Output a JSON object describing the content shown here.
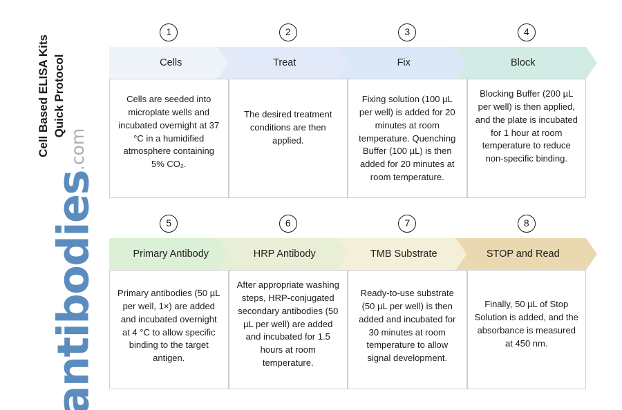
{
  "title": {
    "line1": "Cell Based ELISA Kits",
    "line2": "Quick Protocol"
  },
  "logo": {
    "brand": "antibodies",
    "tld": ".com",
    "brand_color": "#5b8cbe",
    "tld_color": "#a7adb3"
  },
  "rows": [
    {
      "steps": [
        {
          "number": "1",
          "label": "Cells",
          "body": "Cells are seeded into microplate wells and incubated overnight at 37 °C in a humidified atmosphere containing 5% CO₂.",
          "fill": "#eff3fa",
          "stroke": "#6b8fbc"
        },
        {
          "number": "2",
          "label": "Treat",
          "body": "The desired treatment conditions are then applied.",
          "fill": "#e2e9f8",
          "stroke": "#5d7cb8"
        },
        {
          "number": "3",
          "label": "Fix",
          "body": "Fixing solution (100 µL per well) is added for 20 minutes at room temperature. Quenching Buffer (100 µL) is then added for 20 minutes at room temperature.",
          "fill": "#dbe8f7",
          "stroke": "#4f7aa8"
        },
        {
          "number": "4",
          "label": "Block",
          "body": "Blocking Buffer (200 µL per well) is then applied, and the plate is incubated for 1 hour at room temperature to reduce non-specific binding.",
          "fill": "#d2ece5",
          "stroke": "#3f7d78"
        }
      ]
    },
    {
      "steps": [
        {
          "number": "5",
          "label": "Primary Antibody",
          "body": "Primary antibodies (50 µL per well, 1×) are added and incubated overnight at 4 °C to allow specific binding to the target antigen.",
          "fill": "#dcefd7",
          "stroke": "#3f7d2f"
        },
        {
          "number": "6",
          "label": "HRP Antibody",
          "body": "After appropriate washing steps, HRP-conjugated secondary antibodies (50 µL per well) are added and incubated for 1.5 hours at room temperature.",
          "fill": "#e9efd6",
          "stroke": "#6f8a2e"
        },
        {
          "number": "7",
          "label": "TMB Substrate",
          "body": "Ready-to-use substrate (50 µL per well) is then added and incubated for 30 minutes at room temperature to allow signal development.",
          "fill": "#f4efd8",
          "stroke": "#8a7324"
        },
        {
          "number": "8",
          "label": "STOP and Read",
          "body": "Finally, 50 µL of Stop Solution is added, and the absorbance is measured at 450 nm.",
          "fill": "#ead9b0",
          "stroke": "#9a7b22"
        }
      ]
    }
  ]
}
